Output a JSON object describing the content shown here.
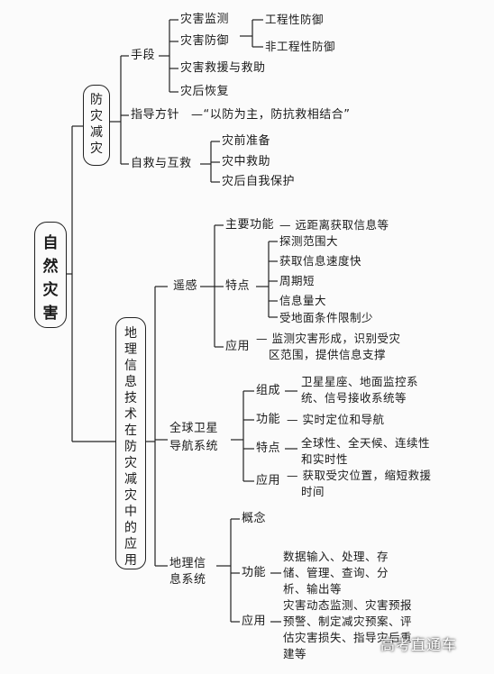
{
  "root": {
    "chars": [
      "自",
      "然",
      "灾",
      "害"
    ]
  },
  "branch1": {
    "chars": [
      "防",
      "灾",
      "减",
      "灾"
    ],
    "means": {
      "label": "手段",
      "items": [
        "灾害监测",
        "灾害防御",
        "灾害救援与救助",
        "灾后恢复"
      ],
      "defense_sub": [
        "工程性防御",
        "非工程性防御"
      ]
    },
    "guideline": {
      "label": "指导方针",
      "text": "—“以防为主，防抗救相结合”"
    },
    "self_rescue": {
      "label": "自救与互救",
      "items": [
        "灾前准备",
        "灾中救助",
        "灾后自我保护"
      ]
    }
  },
  "branch2": {
    "chars": [
      "地",
      "理",
      "信",
      "息",
      "技",
      "术",
      "在",
      "防",
      "灾",
      "减",
      "灾",
      "中",
      "的",
      "应",
      "用"
    ],
    "rs": {
      "label": "遥感",
      "func_label": "主要功能",
      "func_text": "— 远距离获取信息等",
      "feat_label": "特点",
      "features": [
        "探测范围大",
        "获取信息速度快",
        "周期短",
        "信息量大",
        "受地面条件限制少"
      ],
      "app_label": "应用",
      "app_text": [
        "— 监测灾害形成，识别受灾",
        "区范围，提供信息支撑"
      ]
    },
    "gnss": {
      "label": [
        "全球卫星",
        "导航系统"
      ],
      "comp_label": "组成",
      "comp_text": [
        "卫星星座、地面监控系",
        "统、信号接收系统等"
      ],
      "func_label": "功能",
      "func_text": "— 实时定位和导航",
      "feat_label": "特点",
      "feat_text": [
        "全球性、全天候、连续性",
        "和实时性"
      ],
      "app_label": "应用",
      "app_text": [
        "— 获取受灾位置，缩短救援",
        "时间"
      ]
    },
    "gis": {
      "label": [
        "地理信",
        "息系统"
      ],
      "concept_label": "概念",
      "func_label": "功能",
      "func_text": [
        "数据输入、处理、存",
        "储、管理、查询、分",
        "析、输出等"
      ],
      "app_label": "应用",
      "app_text": [
        "灾害动态监测、灾害预报",
        "预警、制定减灾预案、评",
        "估灾害损失、指导灾后重",
        "建等"
      ]
    }
  },
  "watermark": "高考直通车"
}
